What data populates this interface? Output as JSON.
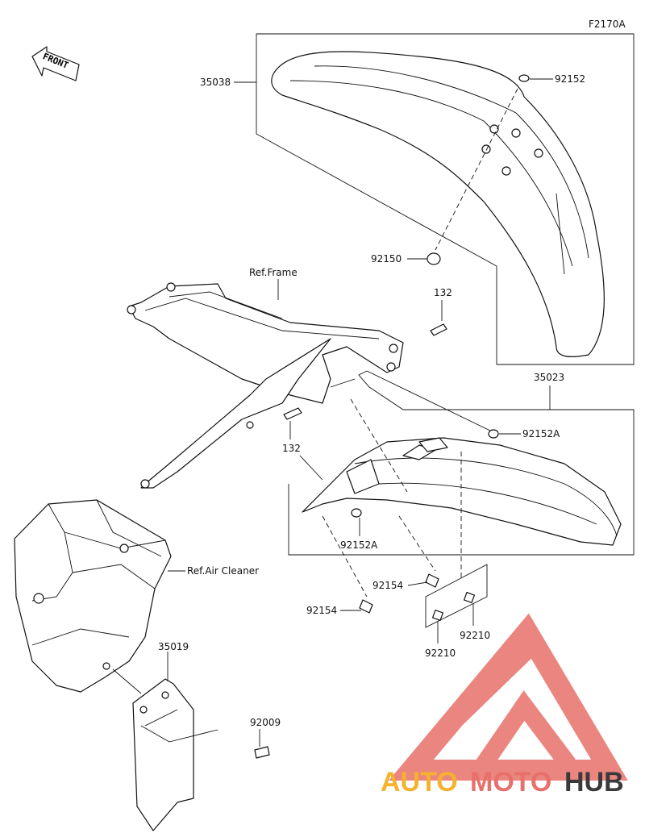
{
  "diagram_code": "F2170A",
  "front_label": "FRONT",
  "callouts": {
    "front_fender": "35038",
    "screw_92152_top": "92152",
    "clip_92150": "92150",
    "ref_frame": "Ref.Frame",
    "bolt_132_upper": "132",
    "bolt_132_lower": "132",
    "rear_fender": "35023",
    "collar_92152a_right": "92152A",
    "collar_92152a_left": "92152A",
    "ref_air_cleaner": "Ref.Air Cleaner",
    "bolt_92154_right": "92154",
    "bolt_92154_left": "92154",
    "nut_92210_left": "92210",
    "nut_92210_right": "92210",
    "mud_flap": "35019",
    "screw_92009": "92009"
  },
  "watermark": {
    "word_a": "AUTO",
    "word_b": "MOTO",
    "word_c": "HUB",
    "color_orange": "#f5b22e",
    "color_red": "#e8706a",
    "color_dark": "#3a3a3a"
  }
}
